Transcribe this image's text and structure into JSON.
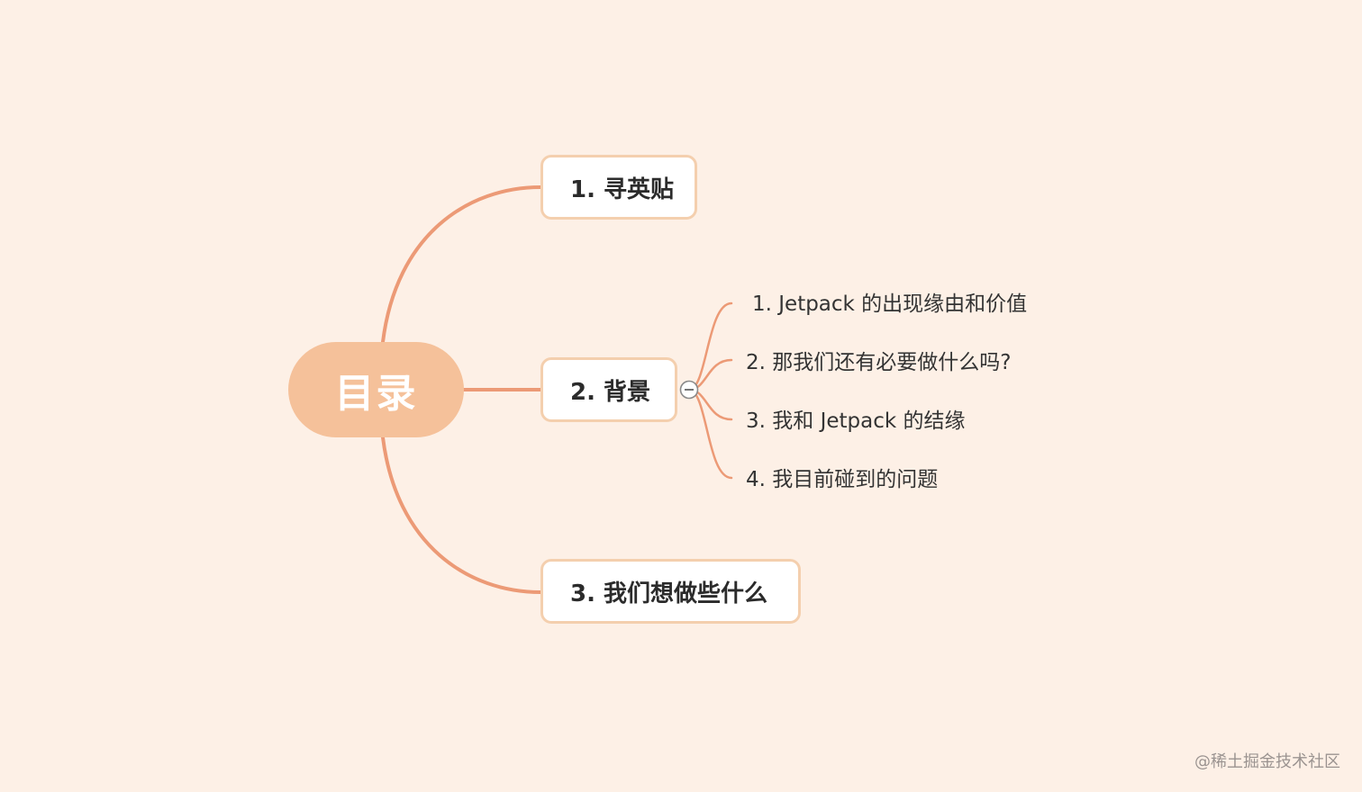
{
  "root": {
    "label": "目录"
  },
  "branches": [
    {
      "label": "1. 寻英贴"
    },
    {
      "label": "2. 背景"
    },
    {
      "label": "3. 我们想做些什么"
    }
  ],
  "leaves": [
    {
      "label": "1. Jetpack 的出现缘由和价值"
    },
    {
      "label": "2. 那我们还有必要做什么吗?"
    },
    {
      "label": "3. 我和 Jetpack 的结缘"
    },
    {
      "label": "4. 我目前碰到的问题"
    }
  ],
  "collapse_icon": "minus-circle-icon",
  "colors": {
    "background": "#fdf0e6",
    "root_fill": "#f5c19a",
    "branch_border": "#f4cfae",
    "connector": "#ec9a76"
  },
  "watermark": "@稀土掘金技术社区"
}
